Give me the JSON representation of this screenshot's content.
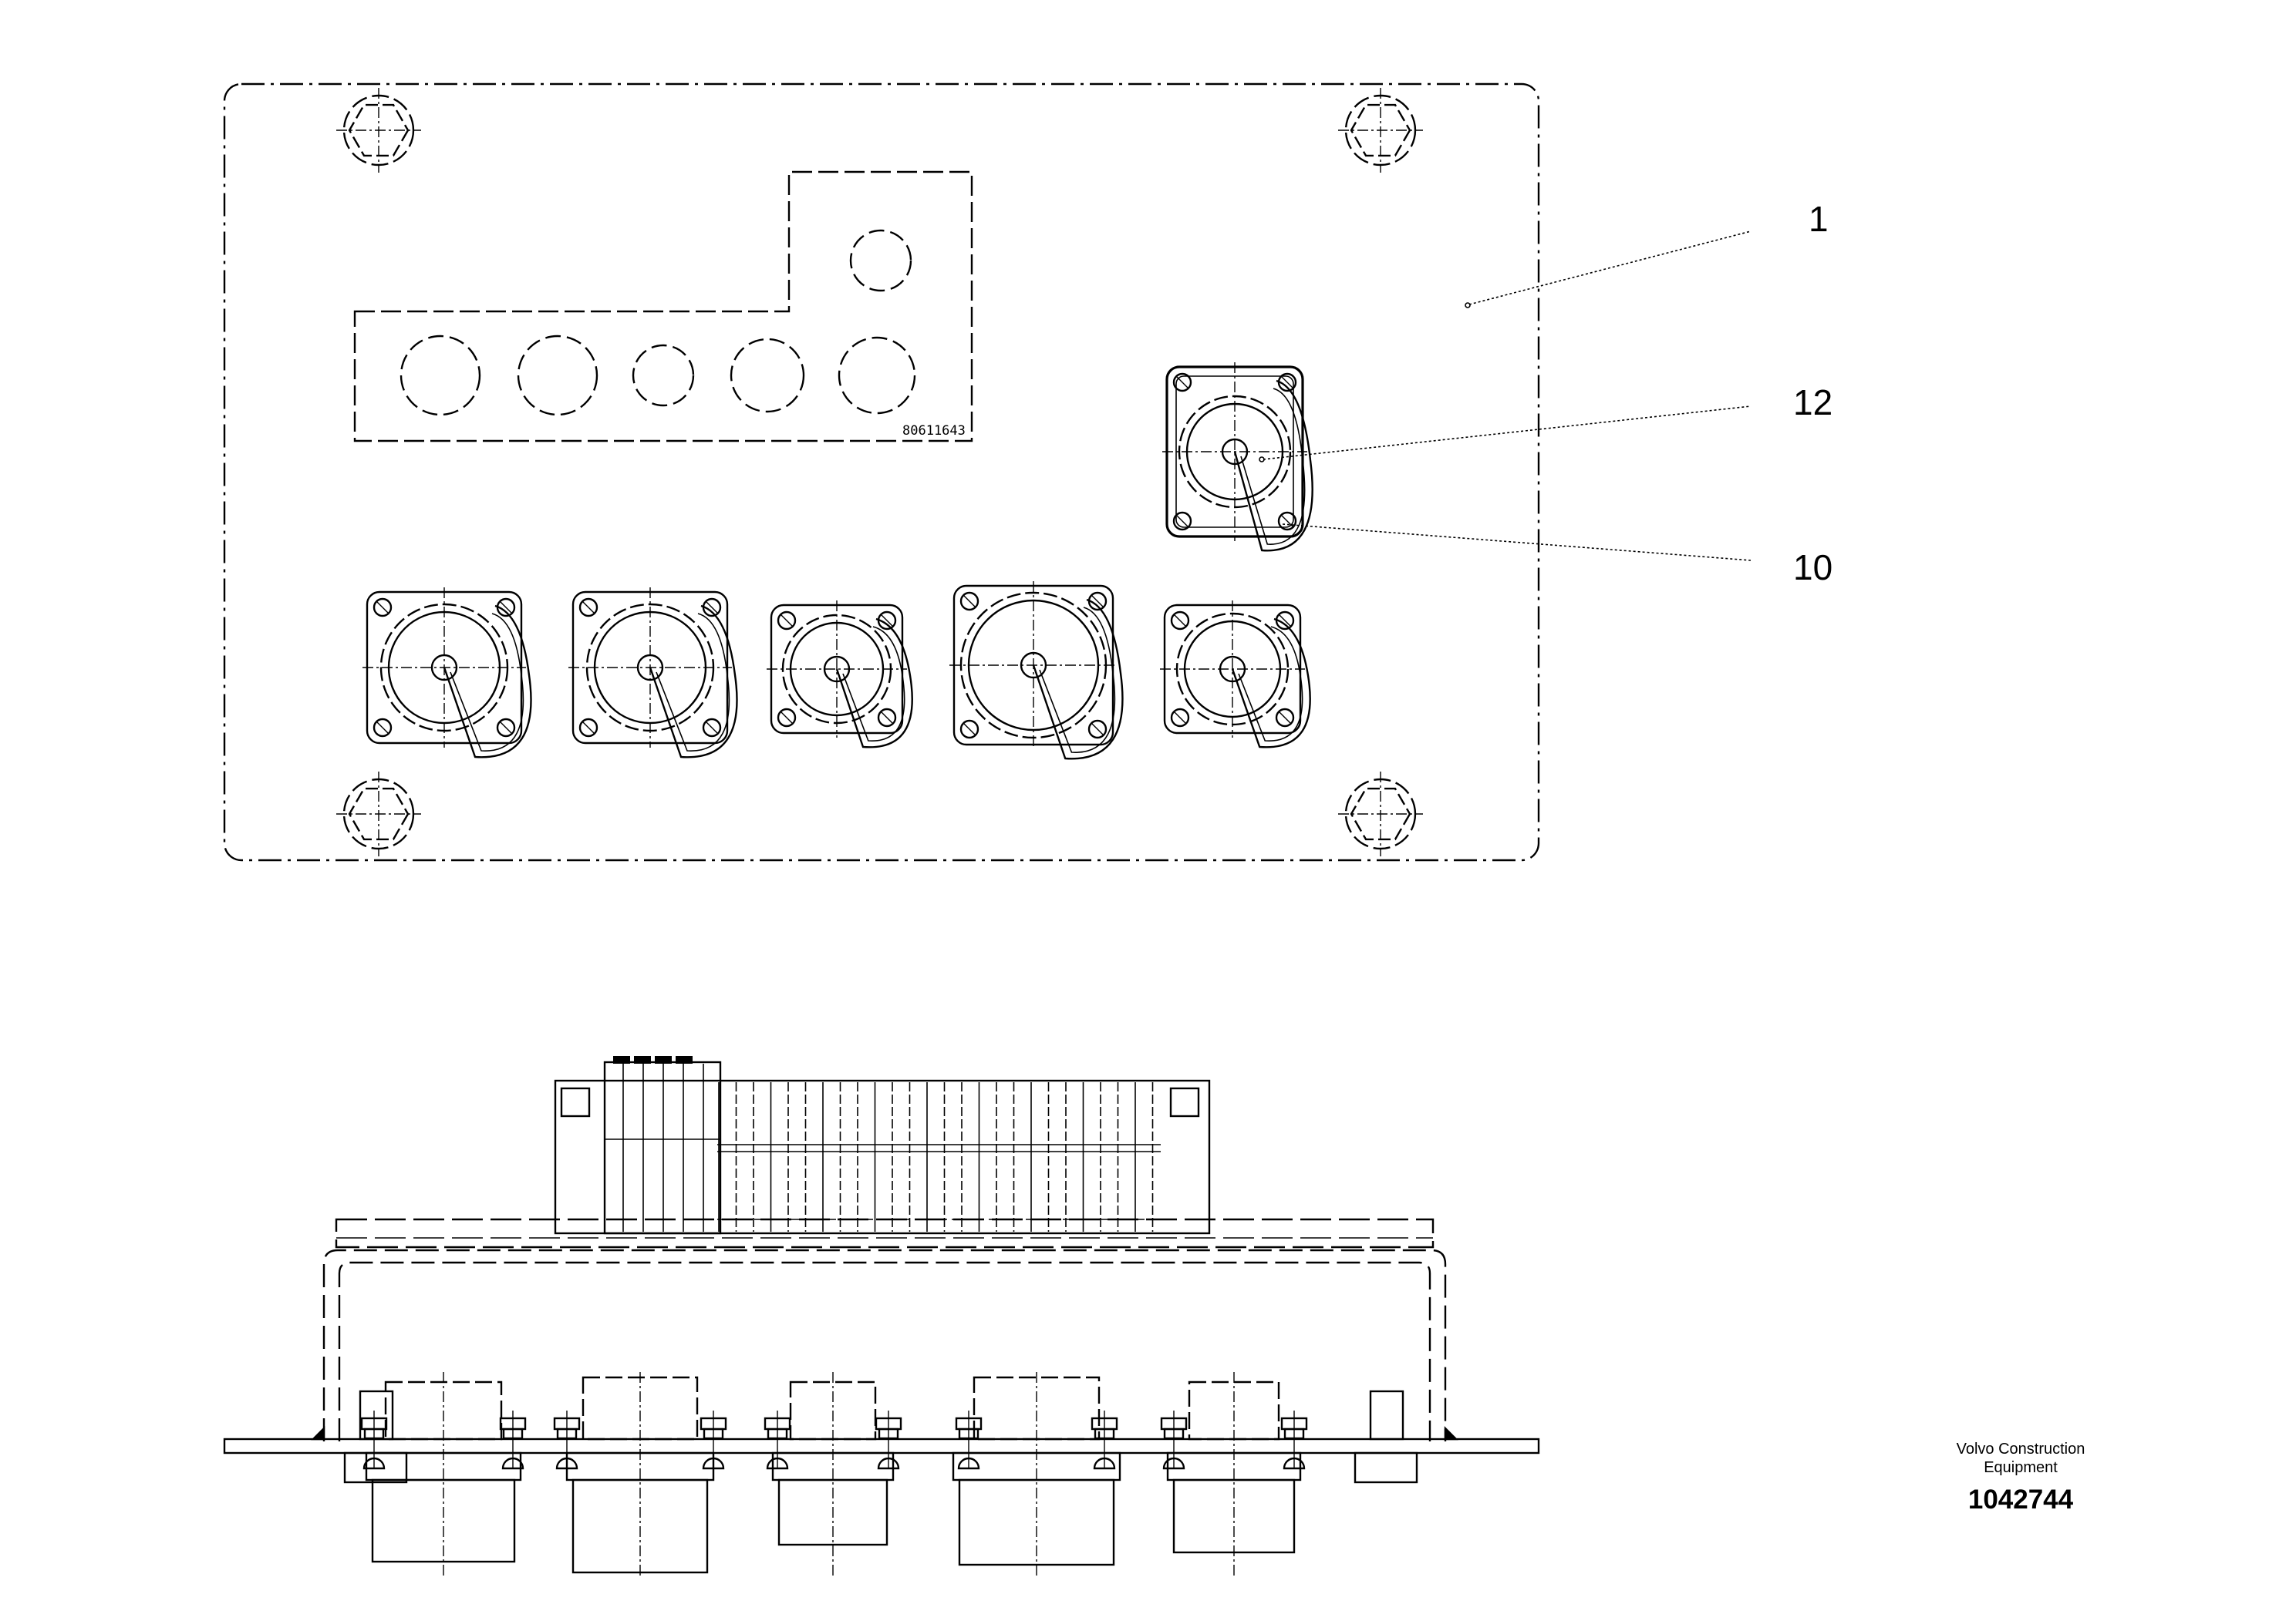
{
  "drawing": {
    "plate_marking": "80611643",
    "callouts": [
      {
        "id": "callout-1",
        "label": "1"
      },
      {
        "id": "callout-12",
        "label": "12"
      },
      {
        "id": "callout-10",
        "label": "10"
      }
    ],
    "connector_count_front": 6,
    "connector_count_side": 5
  },
  "publisher": {
    "name_line1": "Volvo Construction",
    "name_line2": "Equipment",
    "document_number": "1042744"
  }
}
